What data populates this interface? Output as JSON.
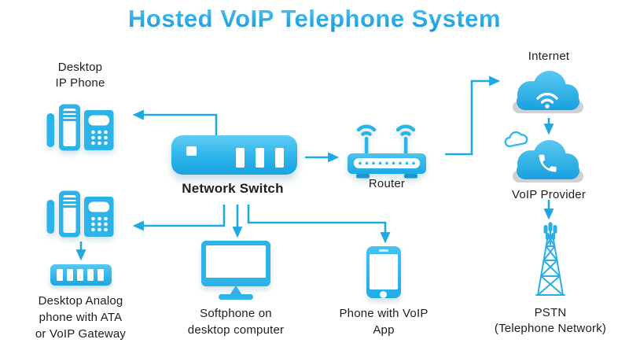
{
  "title": "Hosted VoIP Telephone System",
  "colors": {
    "accent_cyan": "#29b2e8",
    "arrow_cyan": "#1ea9e2",
    "title_gradient_top": "#56c6f3",
    "title_gradient_bottom": "#1794d6",
    "cloud_shadow_gray": "#cfd2d4",
    "label_text": "#1e1e1e"
  },
  "nodes": {
    "desktop_ip_phone": {
      "lines": [
        "Desktop",
        "IP Phone"
      ],
      "icon": "desk-phone-icon"
    },
    "network_switch": {
      "label": "Network Switch",
      "icon": "network-switch-icon"
    },
    "router": {
      "label": "Router",
      "icon": "wifi-router-icon"
    },
    "internet": {
      "label": "Internet",
      "icon": "cloud-wifi-icon"
    },
    "voip_provider": {
      "label": "VoIP Provider",
      "icon": "cloud-phone-icon"
    },
    "pstn": {
      "lines": [
        "PSTN",
        "(Telephone Network)"
      ],
      "icon": "radio-tower-icon"
    },
    "analog_phone": {
      "lines": [
        "Desktop Analog",
        "phone with ATA",
        "or VoIP Gateway"
      ],
      "icon": "desk-phone-icon-with-ata"
    },
    "softphone": {
      "lines": [
        "Softphone on",
        "desktop computer"
      ],
      "icon": "desktop-monitor-icon"
    },
    "voip_app_phone": {
      "lines": [
        "Phone with VoIP",
        "App"
      ],
      "icon": "smartphone-icon"
    }
  }
}
